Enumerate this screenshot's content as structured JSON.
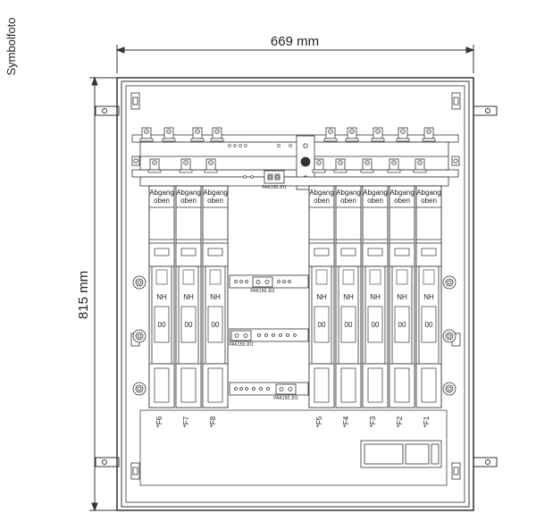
{
  "caption": "Symbolfoto",
  "dimensions": {
    "width": "669 mm",
    "height": "815 mm"
  },
  "module_label": "PAK150.J01",
  "upper_label_line1": "Abgang",
  "upper_label_line2": "oben",
  "nh_label": "NH",
  "size_label": "00",
  "fuses_left": [
    "*F6",
    "*F7",
    "*F8"
  ],
  "fuses_right": [
    "*F5",
    "*F4",
    "*F3",
    "*F2",
    "*F1"
  ]
}
